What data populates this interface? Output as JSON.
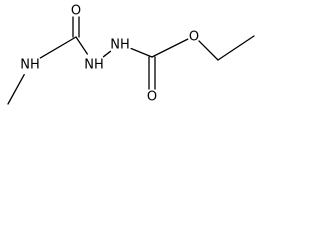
{
  "structure": {
    "atoms": [
      {
        "id": "O1",
        "element": "O",
        "label": "O"
      },
      {
        "id": "C2",
        "element": "C",
        "label": ""
      },
      {
        "id": "N3",
        "element": "N",
        "label": "NH"
      },
      {
        "id": "C4",
        "element": "C",
        "label": ""
      },
      {
        "id": "N5",
        "element": "N",
        "label": "NH"
      },
      {
        "id": "N6",
        "element": "N",
        "label": "NH"
      },
      {
        "id": "C7",
        "element": "C",
        "label": ""
      },
      {
        "id": "O8",
        "element": "O",
        "label": "O"
      },
      {
        "id": "O9",
        "element": "O",
        "label": "O"
      },
      {
        "id": "C10",
        "element": "C",
        "label": ""
      },
      {
        "id": "C11",
        "element": "C",
        "label": ""
      }
    ],
    "bonds": [
      {
        "from": "O1",
        "to": "C2",
        "order": 2
      },
      {
        "from": "C2",
        "to": "N3",
        "order": 1
      },
      {
        "from": "N3",
        "to": "C4",
        "order": 1
      },
      {
        "from": "C2",
        "to": "N5",
        "order": 1
      },
      {
        "from": "N5",
        "to": "N6",
        "order": 1
      },
      {
        "from": "N6",
        "to": "C7",
        "order": 1
      },
      {
        "from": "C7",
        "to": "O8",
        "order": 2
      },
      {
        "from": "C7",
        "to": "O9",
        "order": 1
      },
      {
        "from": "O9",
        "to": "C10",
        "order": 1
      },
      {
        "from": "C10",
        "to": "C11",
        "order": 1
      }
    ]
  }
}
